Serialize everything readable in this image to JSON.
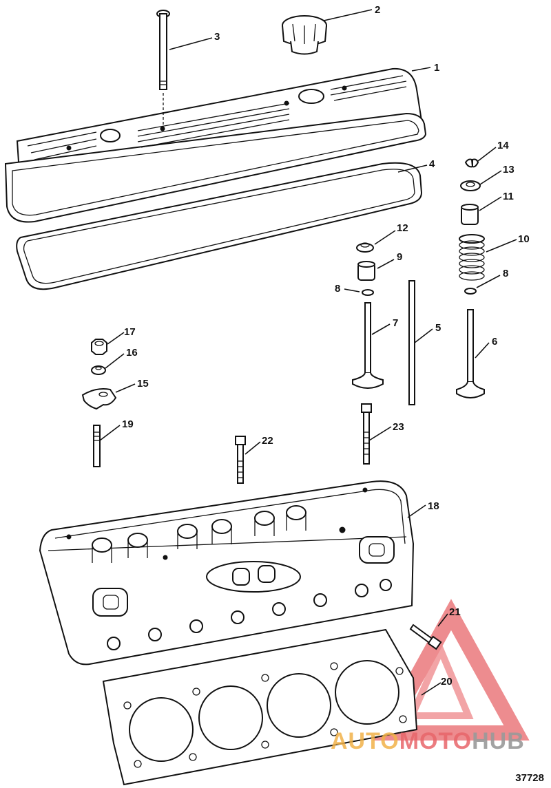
{
  "figure_number": "37728",
  "watermark": {
    "part1": "AUTO",
    "part2": "MOTO",
    "part3": "HUB"
  },
  "callouts": {
    "c1": "1",
    "c2": "2",
    "c3": "3",
    "c4": "4",
    "c5": "5",
    "c6": "6",
    "c7": "7",
    "c8a": "8",
    "c8b": "8",
    "c9": "9",
    "c10": "10",
    "c11": "11",
    "c12": "12",
    "c13": "13",
    "c14": "14",
    "c15": "15",
    "c16": "16",
    "c17": "17",
    "c18": "18",
    "c19": "19",
    "c20": "20",
    "c21": "21",
    "c22": "22",
    "c23": "23"
  },
  "colors": {
    "line": "#111111",
    "watermark_red": "#e8666a",
    "watermark_orange": "#f2b24a",
    "watermark_gray": "#9a9a9a"
  }
}
